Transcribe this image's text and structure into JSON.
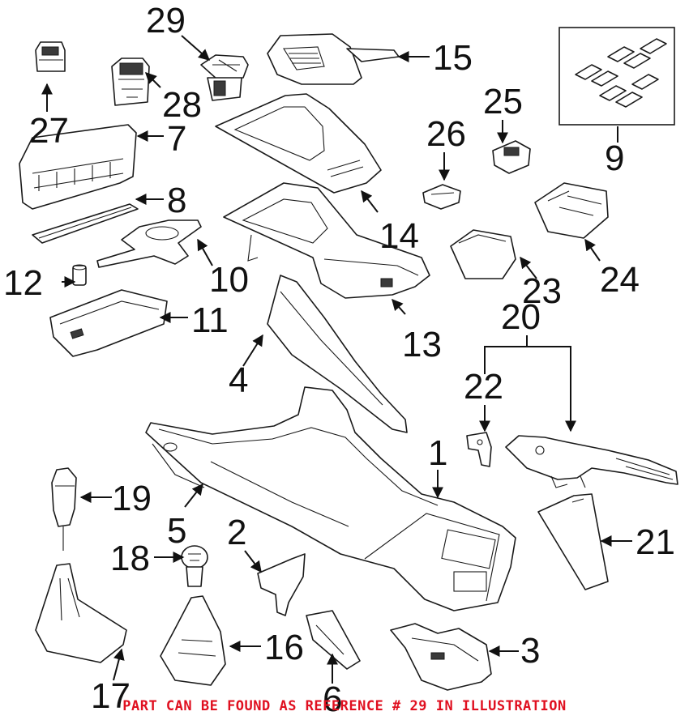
{
  "callouts": {
    "c1": "1",
    "c2": "2",
    "c3": "3",
    "c4": "4",
    "c5": "5",
    "c6": "6",
    "c7": "7",
    "c8": "8",
    "c9": "9",
    "c10": "10",
    "c11": "11",
    "c12": "12",
    "c13": "13",
    "c14": "14",
    "c15": "15",
    "c16": "16",
    "c17": "17",
    "c18": "18",
    "c19": "19",
    "c20": "20",
    "c21": "21",
    "c22": "22",
    "c23": "23",
    "c24": "24",
    "c25": "25",
    "c26": "26",
    "c27": "27",
    "c28": "28",
    "c29": "29"
  },
  "footer_note": "PART CAN BE FOUND AS REFERENCE # 29 IN ILLUSTRATION",
  "colors": {
    "line": "#1a1a1a",
    "note": "#e01020",
    "background": "#ffffff"
  }
}
